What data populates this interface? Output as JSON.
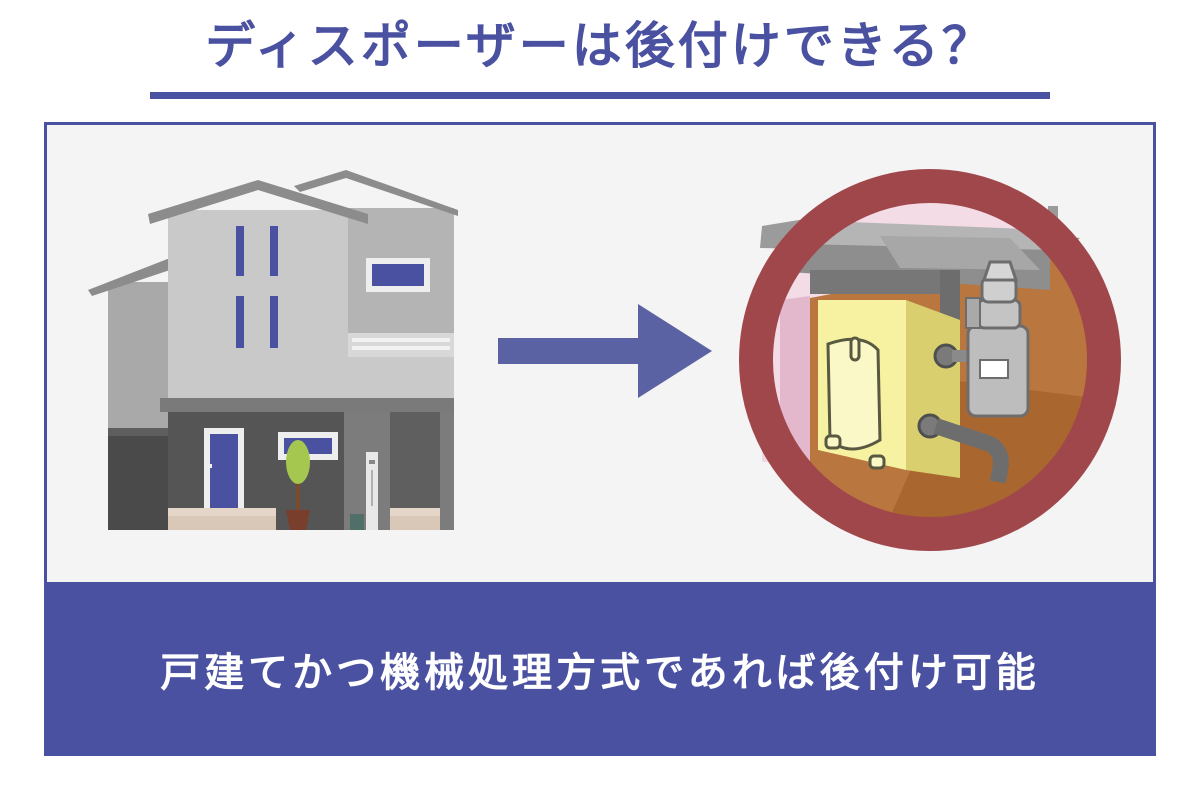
{
  "title": "ディスポーザーは後付けできる？",
  "caption": "戸建てかつ機械処理方式であれば後付け可能",
  "colors": {
    "accent": "#4a51a0",
    "panel_bg": "#f4f4f4",
    "prohibition_ring": "#a0474b",
    "arrow": "#5b62a3"
  },
  "icons": {
    "house": "house-illustration",
    "arrow": "right-arrow-icon",
    "disposer": "disposer-under-sink-illustration",
    "prohibition": "prohibition-sign-icon"
  }
}
